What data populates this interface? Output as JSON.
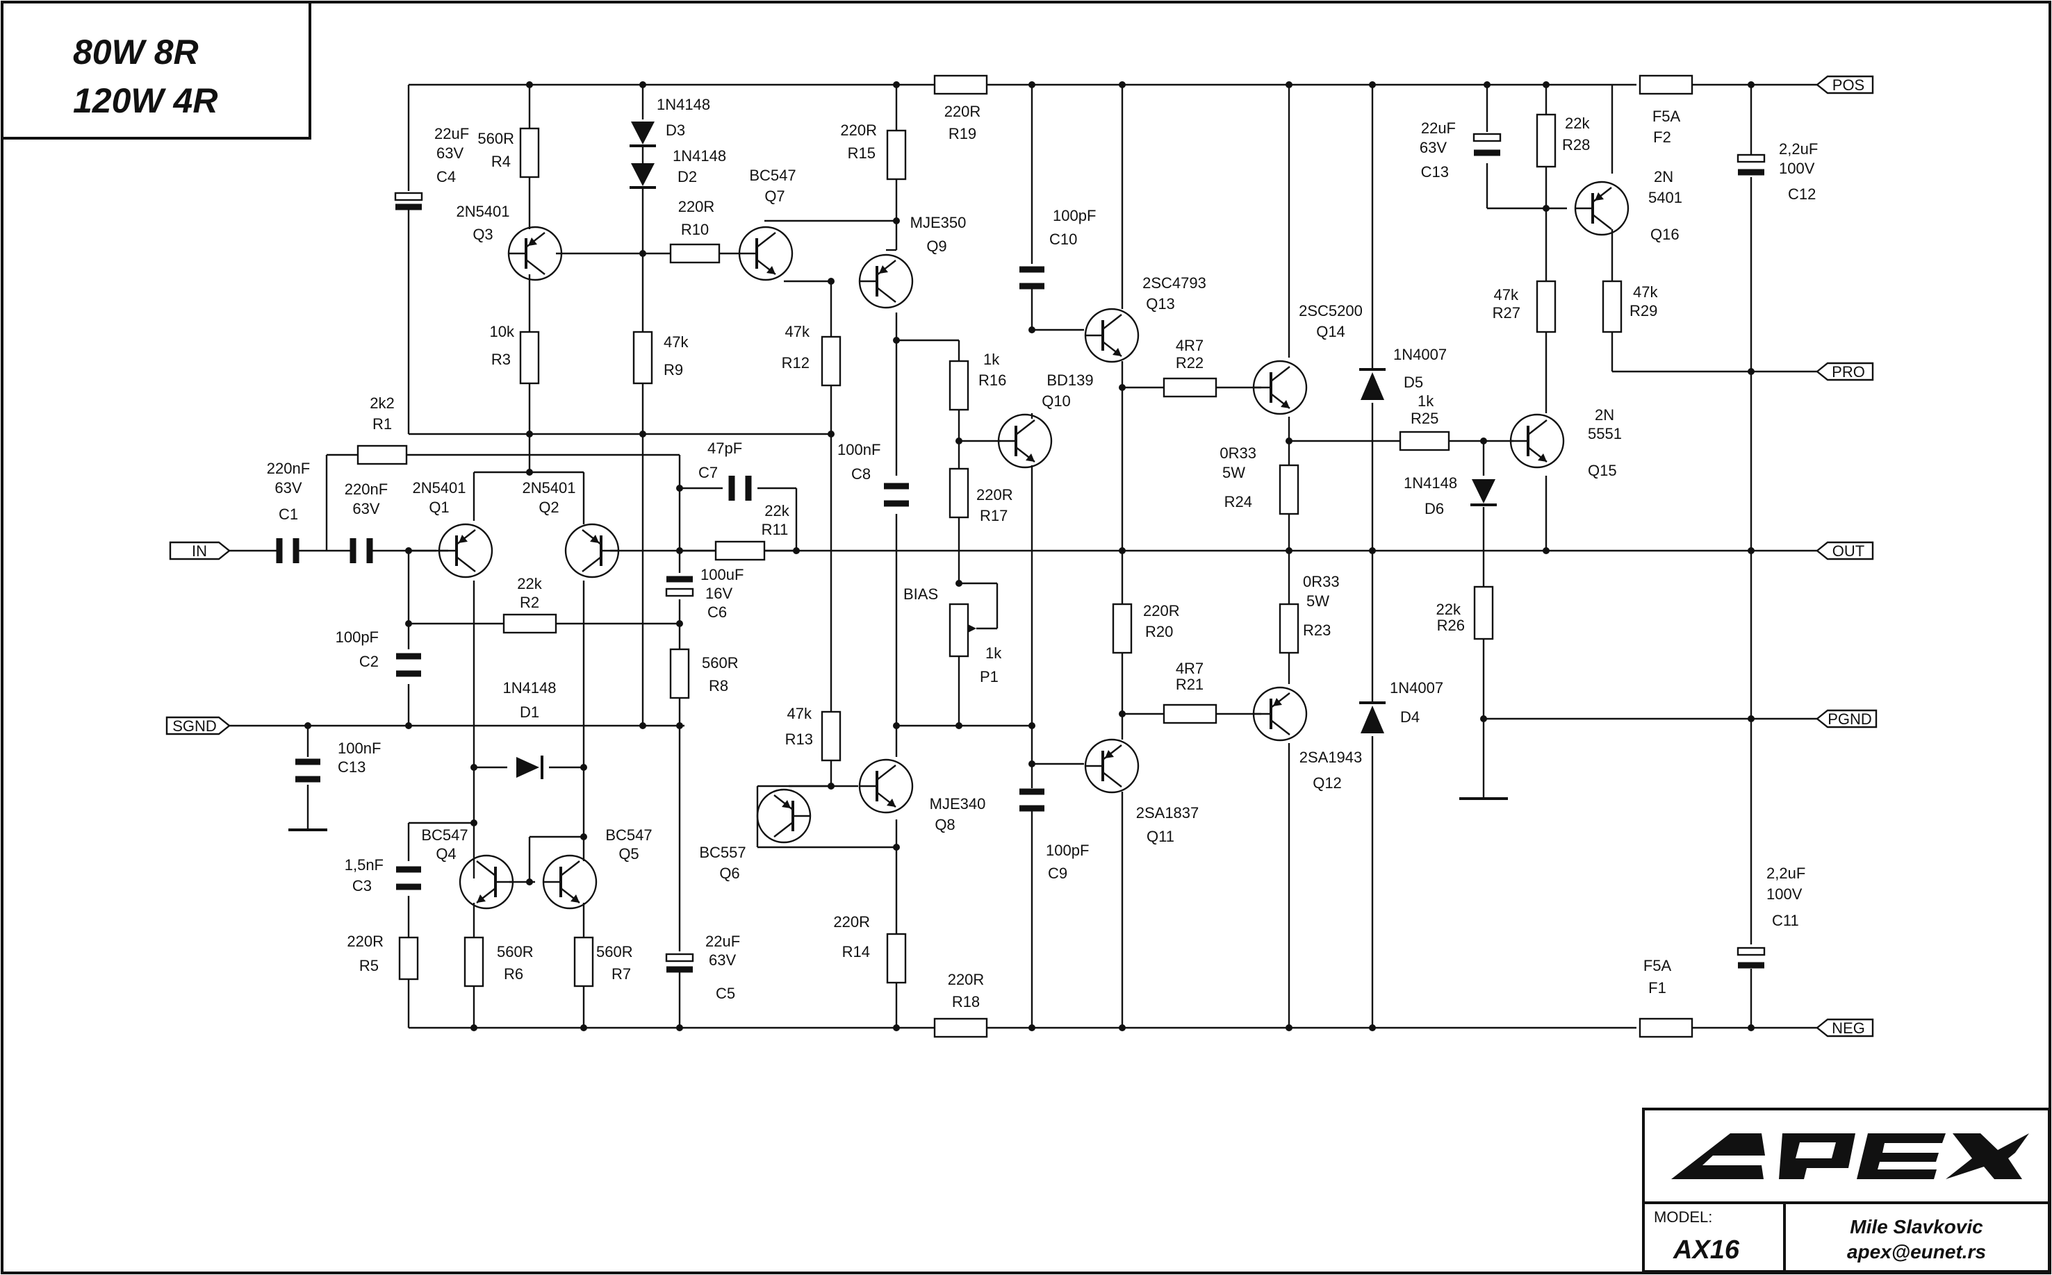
{
  "title": {
    "line1": "80W 8R",
    "line2": "120W 4R"
  },
  "brand": {
    "logo_text": "APEX",
    "model_label": "MODEL:",
    "model_value": "AX16",
    "author": "Mile Slavkovic",
    "email": "apex@eunet.rs"
  },
  "ports": {
    "pos": "POS",
    "pro": "PRO",
    "out": "OUT",
    "pgnd": "PGND",
    "neg": "NEG",
    "in": "IN",
    "sgnd": "SGND"
  },
  "components": {
    "c1": {
      "v1": "220nF",
      "v2": "63V",
      "ref": "C1"
    },
    "c1b": {
      "v1": "220nF",
      "v2": "63V"
    },
    "r1": {
      "v": "2k2",
      "ref": "R1"
    },
    "c2": {
      "v": "100pF",
      "ref": "C2"
    },
    "c13a": {
      "v": "100nF",
      "ref": "C13"
    },
    "c3": {
      "v": "1,5nF",
      "ref": "C3"
    },
    "r5": {
      "v": "220R",
      "ref": "R5"
    },
    "c4": {
      "v1": "22uF",
      "v2": "63V",
      "ref": "C4"
    },
    "r4": {
      "v": "560R",
      "ref": "R4"
    },
    "q3": {
      "type": "2N5401",
      "ref": "Q3"
    },
    "r3": {
      "v": "10k",
      "ref": "R3"
    },
    "q1": {
      "type": "2N5401",
      "ref": "Q1"
    },
    "q2": {
      "type": "2N5401",
      "ref": "Q2"
    },
    "r2": {
      "v": "22k",
      "ref": "R2"
    },
    "d1": {
      "type": "1N4148",
      "ref": "D1"
    },
    "q4": {
      "type": "BC547",
      "ref": "Q4"
    },
    "q5": {
      "type": "BC547",
      "ref": "Q5"
    },
    "r6": {
      "v": "560R",
      "ref": "R6"
    },
    "r7": {
      "v": "560R",
      "ref": "R7"
    },
    "d3": {
      "type": "1N4148",
      "ref": "D3"
    },
    "d2": {
      "type": "1N4148",
      "ref": "D2"
    },
    "r9": {
      "v": "47k",
      "ref": "R9"
    },
    "r10": {
      "v": "220R",
      "ref": "R10"
    },
    "c7": {
      "v": "47pF",
      "ref": "C7"
    },
    "r11": {
      "v": "22k",
      "ref": "R11"
    },
    "c6": {
      "v1": "100uF",
      "v2": "16V",
      "ref": "C6"
    },
    "r8": {
      "v": "560R",
      "ref": "R8"
    },
    "c5": {
      "v1": "22uF",
      "v2": "63V",
      "ref": "C5"
    },
    "q7": {
      "type": "BC547",
      "ref": "Q7"
    },
    "r15": {
      "v": "220R",
      "ref": "R15"
    },
    "r19": {
      "v": "220R",
      "ref": "R19"
    },
    "q9": {
      "type": "MJE350",
      "ref": "Q9"
    },
    "r12": {
      "v": "47k",
      "ref": "R12"
    },
    "c8": {
      "v": "100nF",
      "ref": "C8"
    },
    "r13": {
      "v": "47k",
      "ref": "R13"
    },
    "q6": {
      "type": "BC557",
      "ref": "Q6"
    },
    "q8": {
      "type": "MJE340",
      "ref": "Q8"
    },
    "r14": {
      "v": "220R",
      "ref": "R14"
    },
    "r18": {
      "v": "220R",
      "ref": "R18"
    },
    "c10": {
      "v": "100pF",
      "ref": "C10"
    },
    "c9": {
      "v": "100pF",
      "ref": "C9"
    },
    "r16": {
      "v": "1k",
      "ref": "R16"
    },
    "q10": {
      "type": "BD139",
      "ref": "Q10"
    },
    "r17": {
      "v": "220R",
      "ref": "R17"
    },
    "p1": {
      "label": "BIAS",
      "v": "1k",
      "ref": "P1"
    },
    "q13": {
      "type": "2SC4793",
      "ref": "Q13"
    },
    "q11": {
      "type": "2SA1837",
      "ref": "Q11"
    },
    "r20": {
      "v": "220R",
      "ref": "R20"
    },
    "r22": {
      "v": "4R7",
      "ref": "R22"
    },
    "r21": {
      "v": "4R7",
      "ref": "R21"
    },
    "q14": {
      "type": "2SC5200",
      "ref": "Q14"
    },
    "q12": {
      "type": "2SA1943",
      "ref": "Q12"
    },
    "r24": {
      "v1": "0R33",
      "v2": "5W",
      "ref": "R24"
    },
    "r23": {
      "v1": "0R33",
      "v2": "5W",
      "ref": "R23"
    },
    "d5": {
      "type": "1N4007",
      "ref": "D5"
    },
    "d4": {
      "type": "1N4007",
      "ref": "D4"
    },
    "r25": {
      "v": "1k",
      "ref": "R25"
    },
    "d6": {
      "type": "1N4148",
      "ref": "D6"
    },
    "r26": {
      "v": "22k",
      "ref": "R26"
    },
    "c13b": {
      "v1": "22uF",
      "v2": "63V",
      "ref": "C13"
    },
    "r28": {
      "v": "22k",
      "ref": "R28"
    },
    "q16": {
      "type1": "2N",
      "type2": "5401",
      "ref": "Q16"
    },
    "r27": {
      "v": "47k",
      "ref": "R27"
    },
    "r29": {
      "v": "47k",
      "ref": "R29"
    },
    "q15": {
      "type1": "2N",
      "type2": "5551",
      "ref": "Q15"
    },
    "f2": {
      "v": "F5A",
      "ref": "F2"
    },
    "f1": {
      "v": "F5A",
      "ref": "F1"
    },
    "c12": {
      "v1": "2,2uF",
      "v2": "100V",
      "ref": "C12"
    },
    "c11": {
      "v1": "2,2uF",
      "v2": "100V",
      "ref": "C11"
    }
  }
}
